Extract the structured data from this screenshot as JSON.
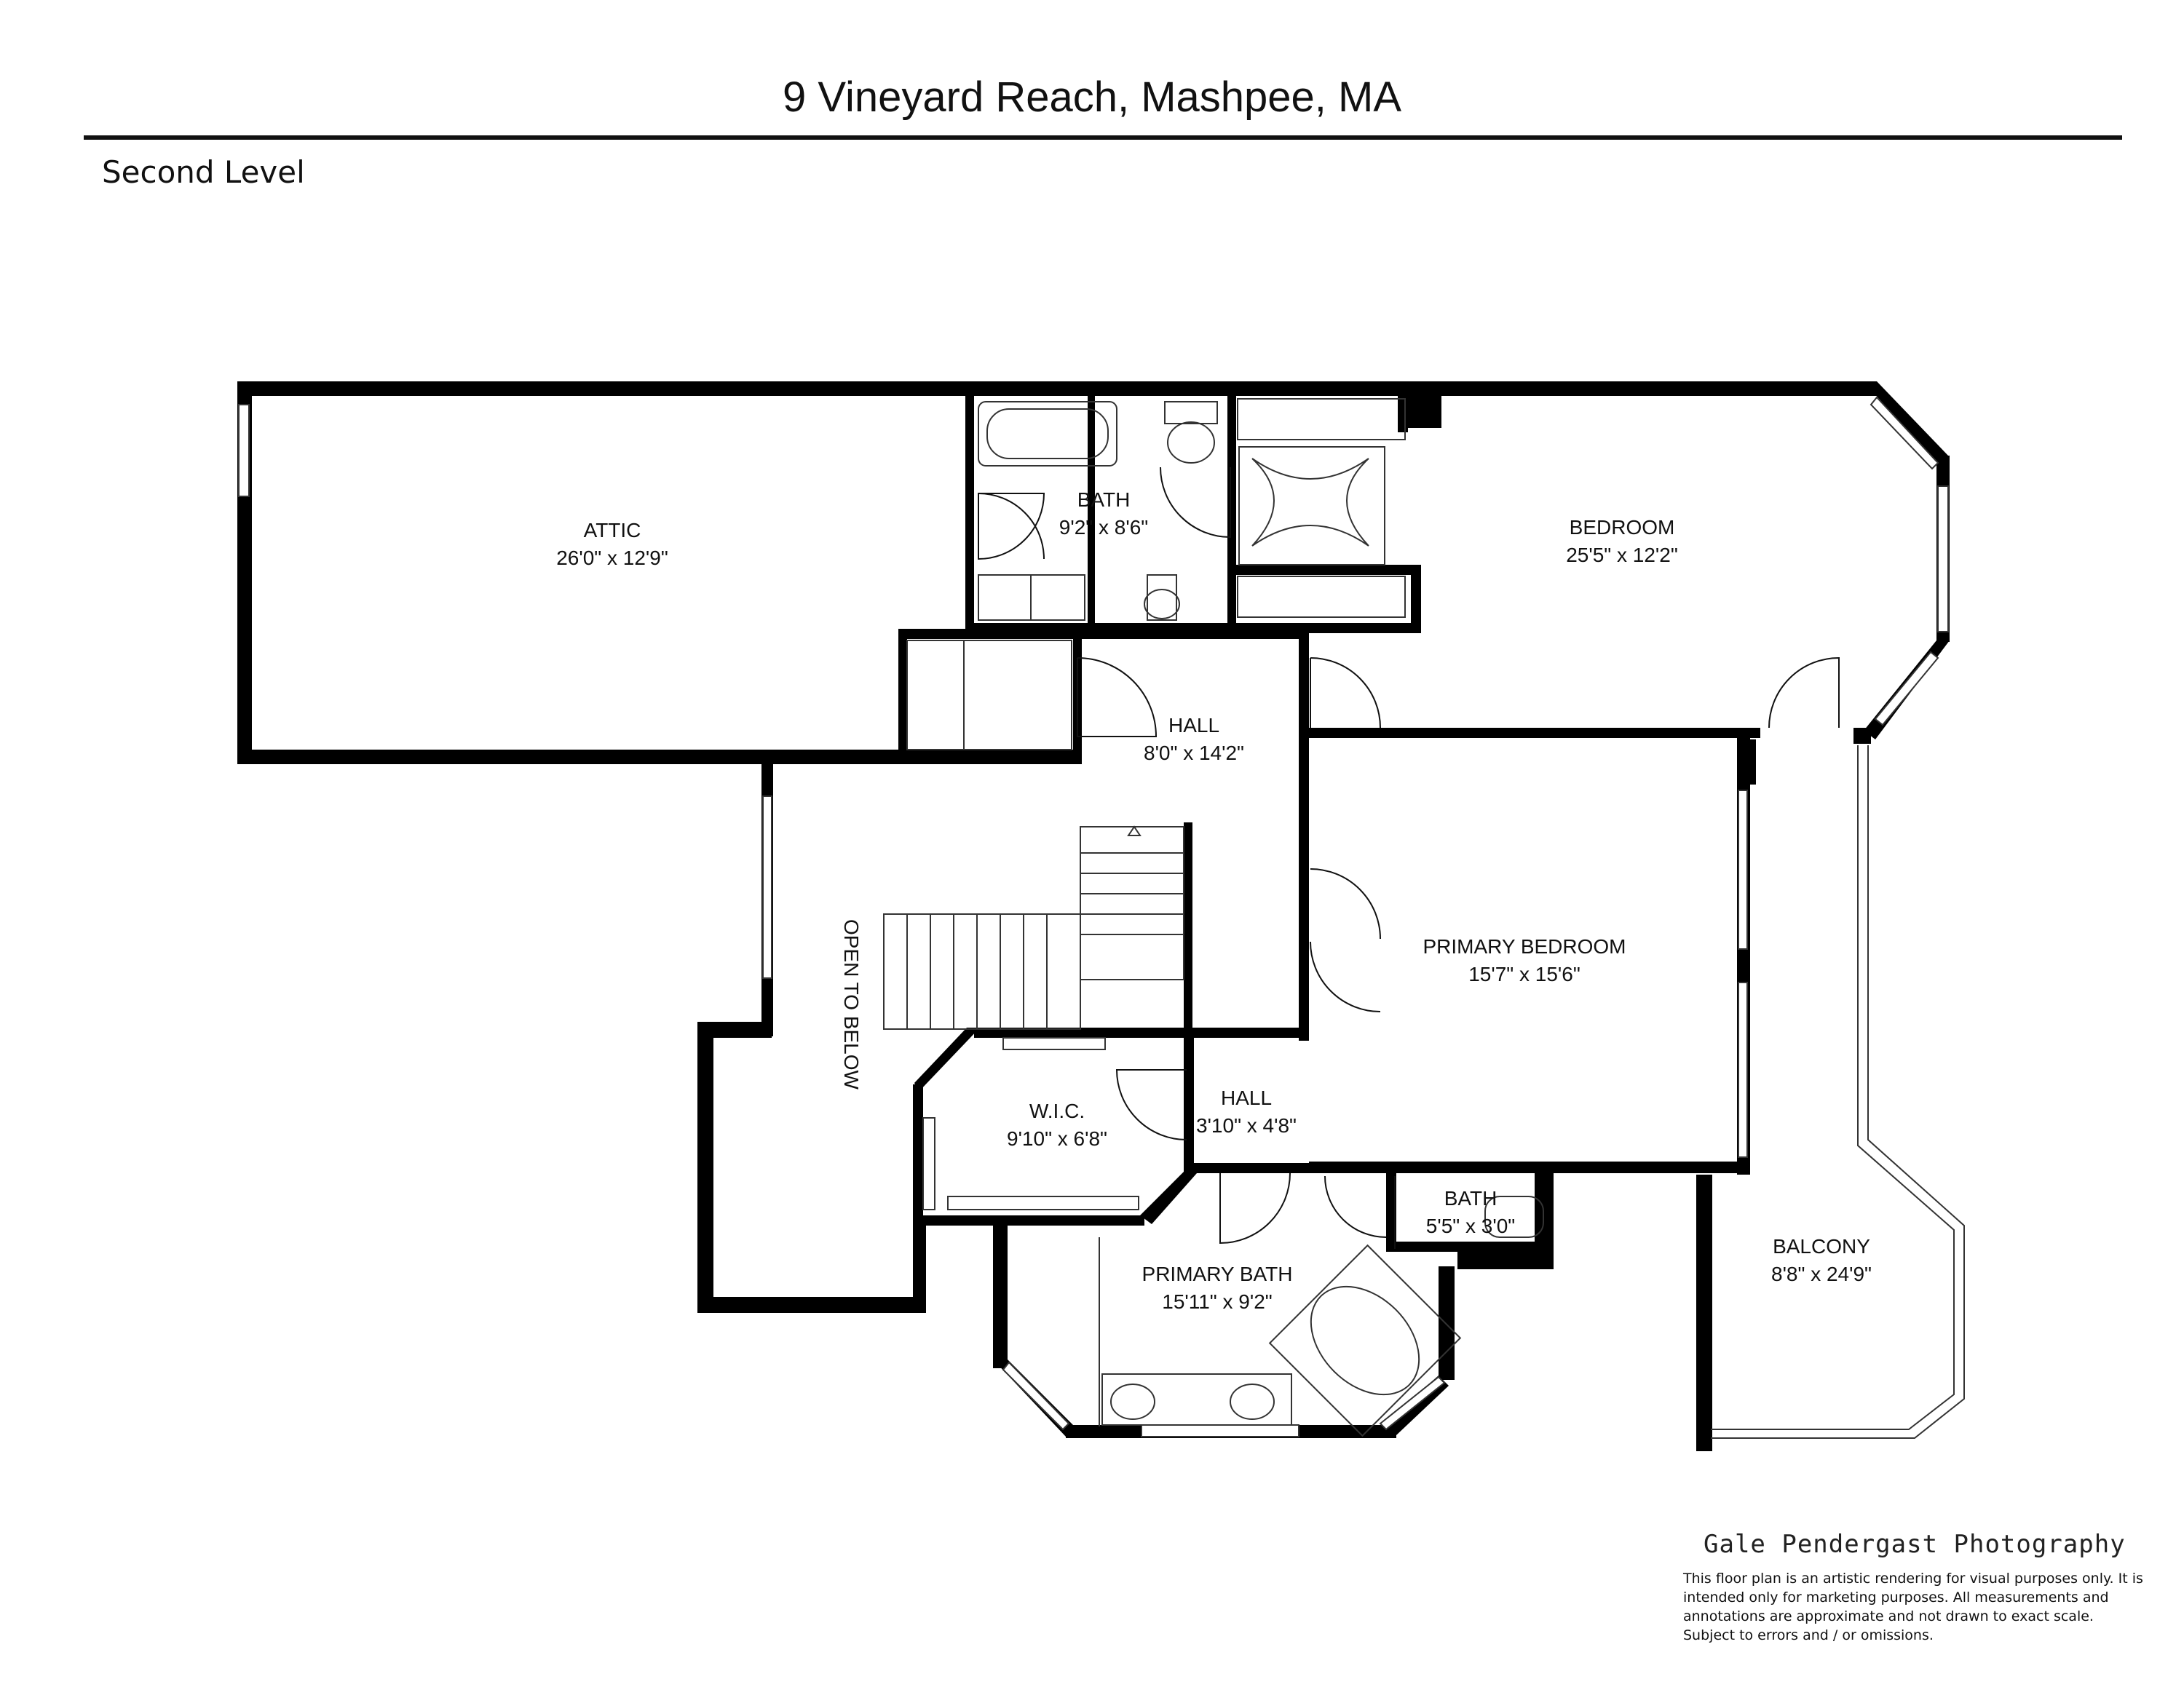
{
  "header": {
    "title": "9 Vineyard Reach, Mashpee, MA",
    "level": "Second Level"
  },
  "rooms": [
    {
      "id": "attic",
      "name": "ATTIC",
      "dims": "26'0\" x 12'9\""
    },
    {
      "id": "bath",
      "name": "BATH",
      "dims": "9'2\" x 8'6\""
    },
    {
      "id": "bedroom",
      "name": "BEDROOM",
      "dims": "25'5\" x 12'2\""
    },
    {
      "id": "hall",
      "name": "HALL",
      "dims": "8'0\" x 14'2\""
    },
    {
      "id": "primary_bedroom",
      "name": "PRIMARY BEDROOM",
      "dims": "15'7\" x 15'6\""
    },
    {
      "id": "open_to_below",
      "name": "OPEN TO BELOW",
      "dims": ""
    },
    {
      "id": "wic",
      "name": "W.I.C.",
      "dims": "9'10\" x 6'8\""
    },
    {
      "id": "hall_small",
      "name": "HALL",
      "dims": "3'10\" x 4'8\""
    },
    {
      "id": "bath_small",
      "name": "BATH",
      "dims": "5'5\" x 3'0\""
    },
    {
      "id": "primary_bath",
      "name": "PRIMARY BATH",
      "dims": "15'11\" x 9'2\""
    },
    {
      "id": "balcony",
      "name": "BALCONY",
      "dims": "8'8\" x 24'9\""
    }
  ],
  "footer": {
    "credit": "Gale Pendergast Photography",
    "disclaimer": "This floor plan is an artistic rendering for visual purposes only. It is intended only for marketing purposes. All measurements and annotations are approximate and not drawn to exact scale. Subject to errors and / or omissions."
  }
}
